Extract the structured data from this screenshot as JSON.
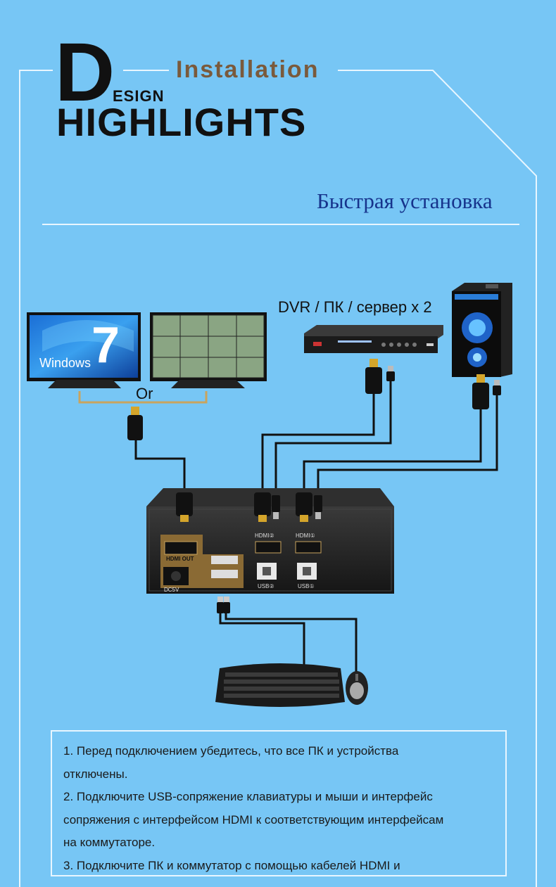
{
  "header": {
    "letter_d": "D",
    "esign": "ESIGN",
    "highlights": "HIGHLIGHTS",
    "installation": "Installation"
  },
  "section_title": "Быстрая установка",
  "diagram": {
    "source_label": "DVR / ПК / сервер x 2",
    "or_label": "Or",
    "windows_text": "Windows",
    "windows_number": "7",
    "ports": {
      "hdmi_out": "HDMI OUT",
      "hdmi2": "HDMI②",
      "hdmi1": "HDMI①",
      "usb2": "USB②",
      "usb1": "USB①",
      "dc": "DC5V"
    }
  },
  "instructions": [
    "1. Перед подключением убедитесь, что все ПК и устройства",
    "отключены.",
    "2. Подключите USB-сопряжение клавиатуры и мыши и интерфейс",
    "сопряжения с интерфейсом HDMI к соответствующим интерфейсам",
    "на коммутаторе.",
    "3. Подключите ПК и коммутатор с помощью кабелей HDMI и"
  ],
  "colors": {
    "background": "#77c6f5",
    "accent_brown": "#7a5a3c",
    "title_blue": "#16338c",
    "line": "#e8f6ff"
  }
}
